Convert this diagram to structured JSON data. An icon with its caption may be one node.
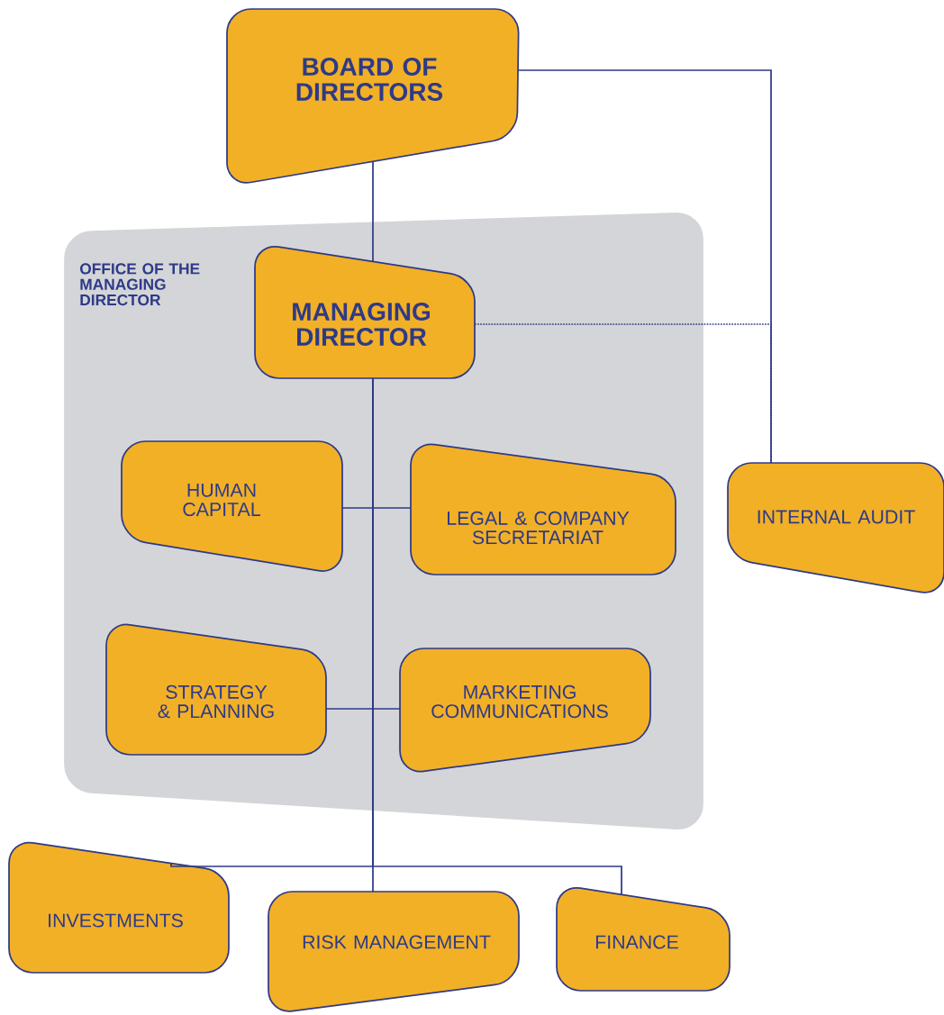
{
  "diagram": {
    "nodes": [
      {
        "text": [
          "BOARD OF DIRECTORS"
        ]
      },
      {
        "text": [
          "OFFICE OF THE MANAGING DIRECTOR"
        ]
      },
      {
        "text": [
          "MANAGING DIRECTOR"
        ],
        "in": 1
      },
      {
        "text": [
          "HUMAN CAPITAL"
        ],
        "in": 1
      },
      {
        "text": [
          "LEGAL & COMPANY SECRETARIAT"
        ],
        "in": 1
      },
      {
        "text": [
          "STRATEGY & PLANNING"
        ],
        "in": 1
      },
      {
        "text": [
          "MARKETING COMMUNICATIONS"
        ],
        "in": 1
      },
      {
        "text": [
          "INTERNAL AUDIT"
        ]
      },
      {
        "text": [
          "INVESTMENTS"
        ]
      },
      {
        "text": [
          "RISK MANAGEMENT"
        ]
      },
      {
        "text": [
          "FINANCE"
        ]
      }
    ],
    "edges": [
      {
        "from": 0,
        "to": 2,
        "arrow": "none"
      },
      {
        "from": 0,
        "to": 7,
        "arrow": "none"
      },
      {
        "from": 2,
        "to": 7,
        "arrow": "none",
        "style": "dashed"
      },
      {
        "from": 2,
        "to": 3,
        "arrow": "none"
      },
      {
        "from": 2,
        "to": 4,
        "arrow": "none"
      },
      {
        "from": 2,
        "to": 5,
        "arrow": "none"
      },
      {
        "from": 2,
        "to": 6,
        "arrow": "none"
      },
      {
        "from": 2,
        "to": 8,
        "arrow": "none"
      },
      {
        "from": 2,
        "to": 9,
        "arrow": "none"
      },
      {
        "from": 2,
        "to": 10,
        "arrow": "none"
      }
    ]
  }
}
